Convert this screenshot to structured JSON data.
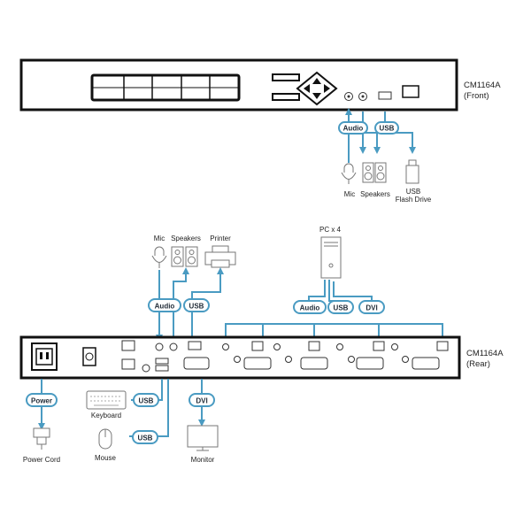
{
  "colors": {
    "wire": "#4a9bc2",
    "device_outline": "#111111",
    "text": "#222222"
  },
  "front": {
    "model": "CM1164A",
    "side": "(Front)",
    "tags": {
      "audio": "Audio",
      "usb": "USB"
    },
    "peripherals": {
      "mic": "Mic",
      "speakers": "Speakers",
      "usb_line1": "USB",
      "usb_line2": "Flash Drive"
    }
  },
  "rear": {
    "model": "CM1164A",
    "side": "(Rear)",
    "tags": {
      "audio": "Audio",
      "usb": "USB",
      "pc_audio": "Audio",
      "pc_usb": "USB",
      "pc_dvi": "DVI",
      "power": "Power",
      "keyboard_usb": "USB",
      "mouse_usb": "USB",
      "monitor_dvi": "DVI"
    },
    "peripherals": {
      "mic": "Mic",
      "speakers": "Speakers",
      "printer": "Printer",
      "pc": "PC x 4",
      "keyboard": "Keyboard",
      "mouse": "Mouse",
      "monitor": "Monitor",
      "power_cord": "Power Cord"
    }
  },
  "icons": [
    "mic-icon",
    "speakers-icon",
    "usb-flash-drive-icon",
    "printer-icon",
    "pc-tower-icon",
    "keyboard-icon",
    "mouse-icon",
    "monitor-icon",
    "power-plug-icon",
    "power-socket-icon",
    "power-switch-icon"
  ]
}
